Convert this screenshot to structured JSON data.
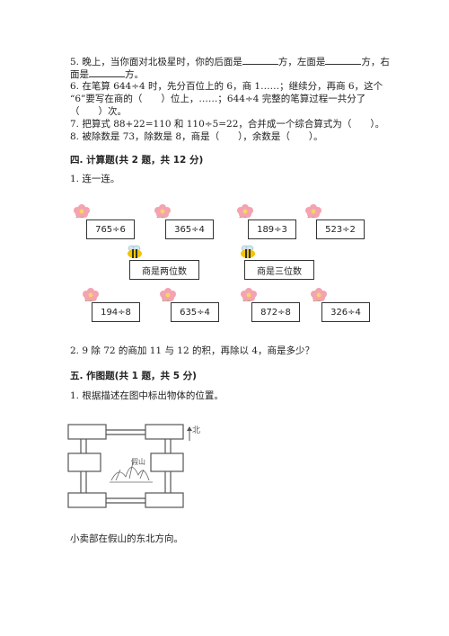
{
  "problems": {
    "p5": {
      "line1_a": "5. 晚上，当你面对北极星时，你的后面是",
      "line1_b": "方，左面是",
      "line1_c": "方，右",
      "line2_a": "面是",
      "line2_b": "方。"
    },
    "p6": {
      "line1": "6. 在笔算 644÷4 时，先分百位上的 6，商 1……；继续分，再商 6，这个",
      "line2": "“6”要写在商的（　　）位上，……；644÷4 完整的笔算过程一共分了",
      "line3": "（　　）次。"
    },
    "p7": {
      "line1": "7. 把算式 88+22=110 和 110÷5=22，合并成一个综合算式为（　　）。"
    },
    "p8": {
      "line1": "8. 被除数是 73，除数是 8，商是（　　），余数是（　　）。"
    }
  },
  "section4": {
    "title": "四. 计算题(共 2 题，共 12 分)",
    "q1": "1. 连一连。",
    "q2": "2. 9 除 72 的商加 11 与 12 的积，再除以 4，商是多少？"
  },
  "connect": {
    "top": [
      "765÷6",
      "365÷4",
      "189÷3",
      "523÷2"
    ],
    "middle": [
      "商是两位数",
      "商是三位数"
    ],
    "bottom": [
      "194÷8",
      "635÷4",
      "872÷8",
      "326÷4"
    ]
  },
  "section5": {
    "title": "五. 作图题(共 1 题，共 5 分)",
    "q1": "1. 根据描述在图中标出物体的位置。",
    "caption": "小卖部在假山的东北方向。"
  },
  "map": {
    "north": "北",
    "center": "假山"
  },
  "colors": {
    "flower": "#f4a3b0",
    "flower_center": "#f6d36b",
    "leaf": "#7fb36a",
    "bee": "#f2c500"
  }
}
